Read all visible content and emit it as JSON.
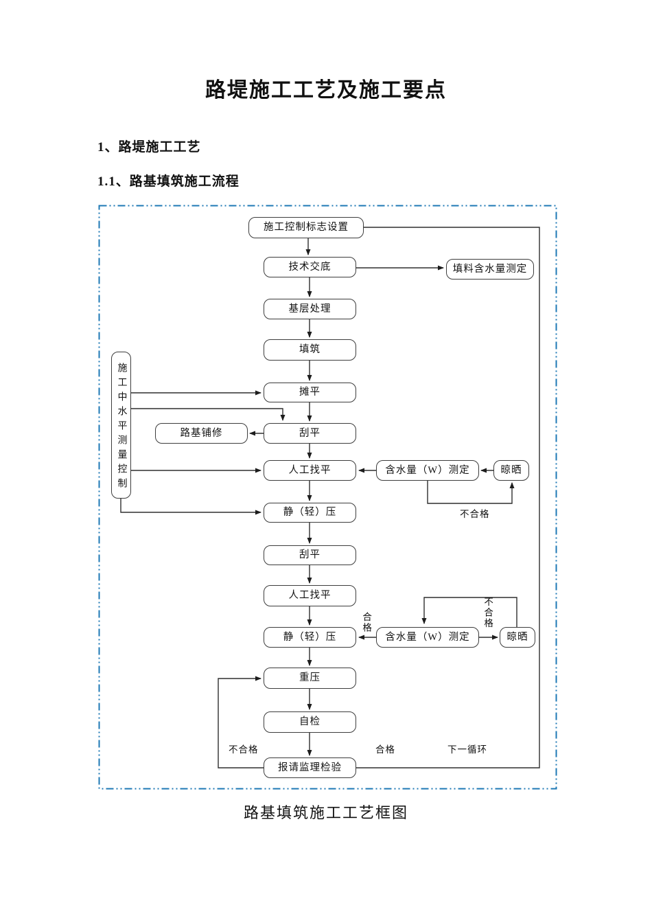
{
  "document": {
    "title": "路堤施工工艺及施工要点",
    "heading_1": "1、路堤施工工艺",
    "heading_1_1": "1.1、路基填筑施工流程",
    "figure_caption": "路基填筑施工工艺框图"
  },
  "flowchart": {
    "colors": {
      "dash_border": "#1e78b5",
      "line": "#2e2e2e",
      "box_border": "#3c3c3c"
    },
    "nodes": {
      "control_sign": "施工控制标志设置",
      "tech_disclosure": "技术交底",
      "fill_moisture_test": "填料含水量测定",
      "base_treatment": "基层处理",
      "filling": "填筑",
      "spreading": "摊平",
      "roadbed_repair": "路基铺修",
      "scraping_1": "刮平",
      "manual_leveling_1": "人工找平",
      "moisture_test_1": "含水量（W）测定",
      "drying_1": "晾晒",
      "static_press_1": "静（轻）压",
      "scraping_2": "刮平",
      "manual_leveling_2": "人工找平",
      "static_press_2": "静（轻）压",
      "moisture_test_2": "含水量（W）测定",
      "drying_2": "晾晒",
      "heavy_press": "重压",
      "self_check": "自检",
      "supervision_check": "报请监理检验",
      "level_control": "施工中水平测量控制"
    },
    "labels": {
      "unqualified_loop1": "不合格",
      "qualified_vertical": "合格",
      "unqualified_vertical": "不合格",
      "unqualified_bottom": "不合格",
      "qualified_bottom": "合格",
      "next_cycle": "下一循环"
    }
  }
}
